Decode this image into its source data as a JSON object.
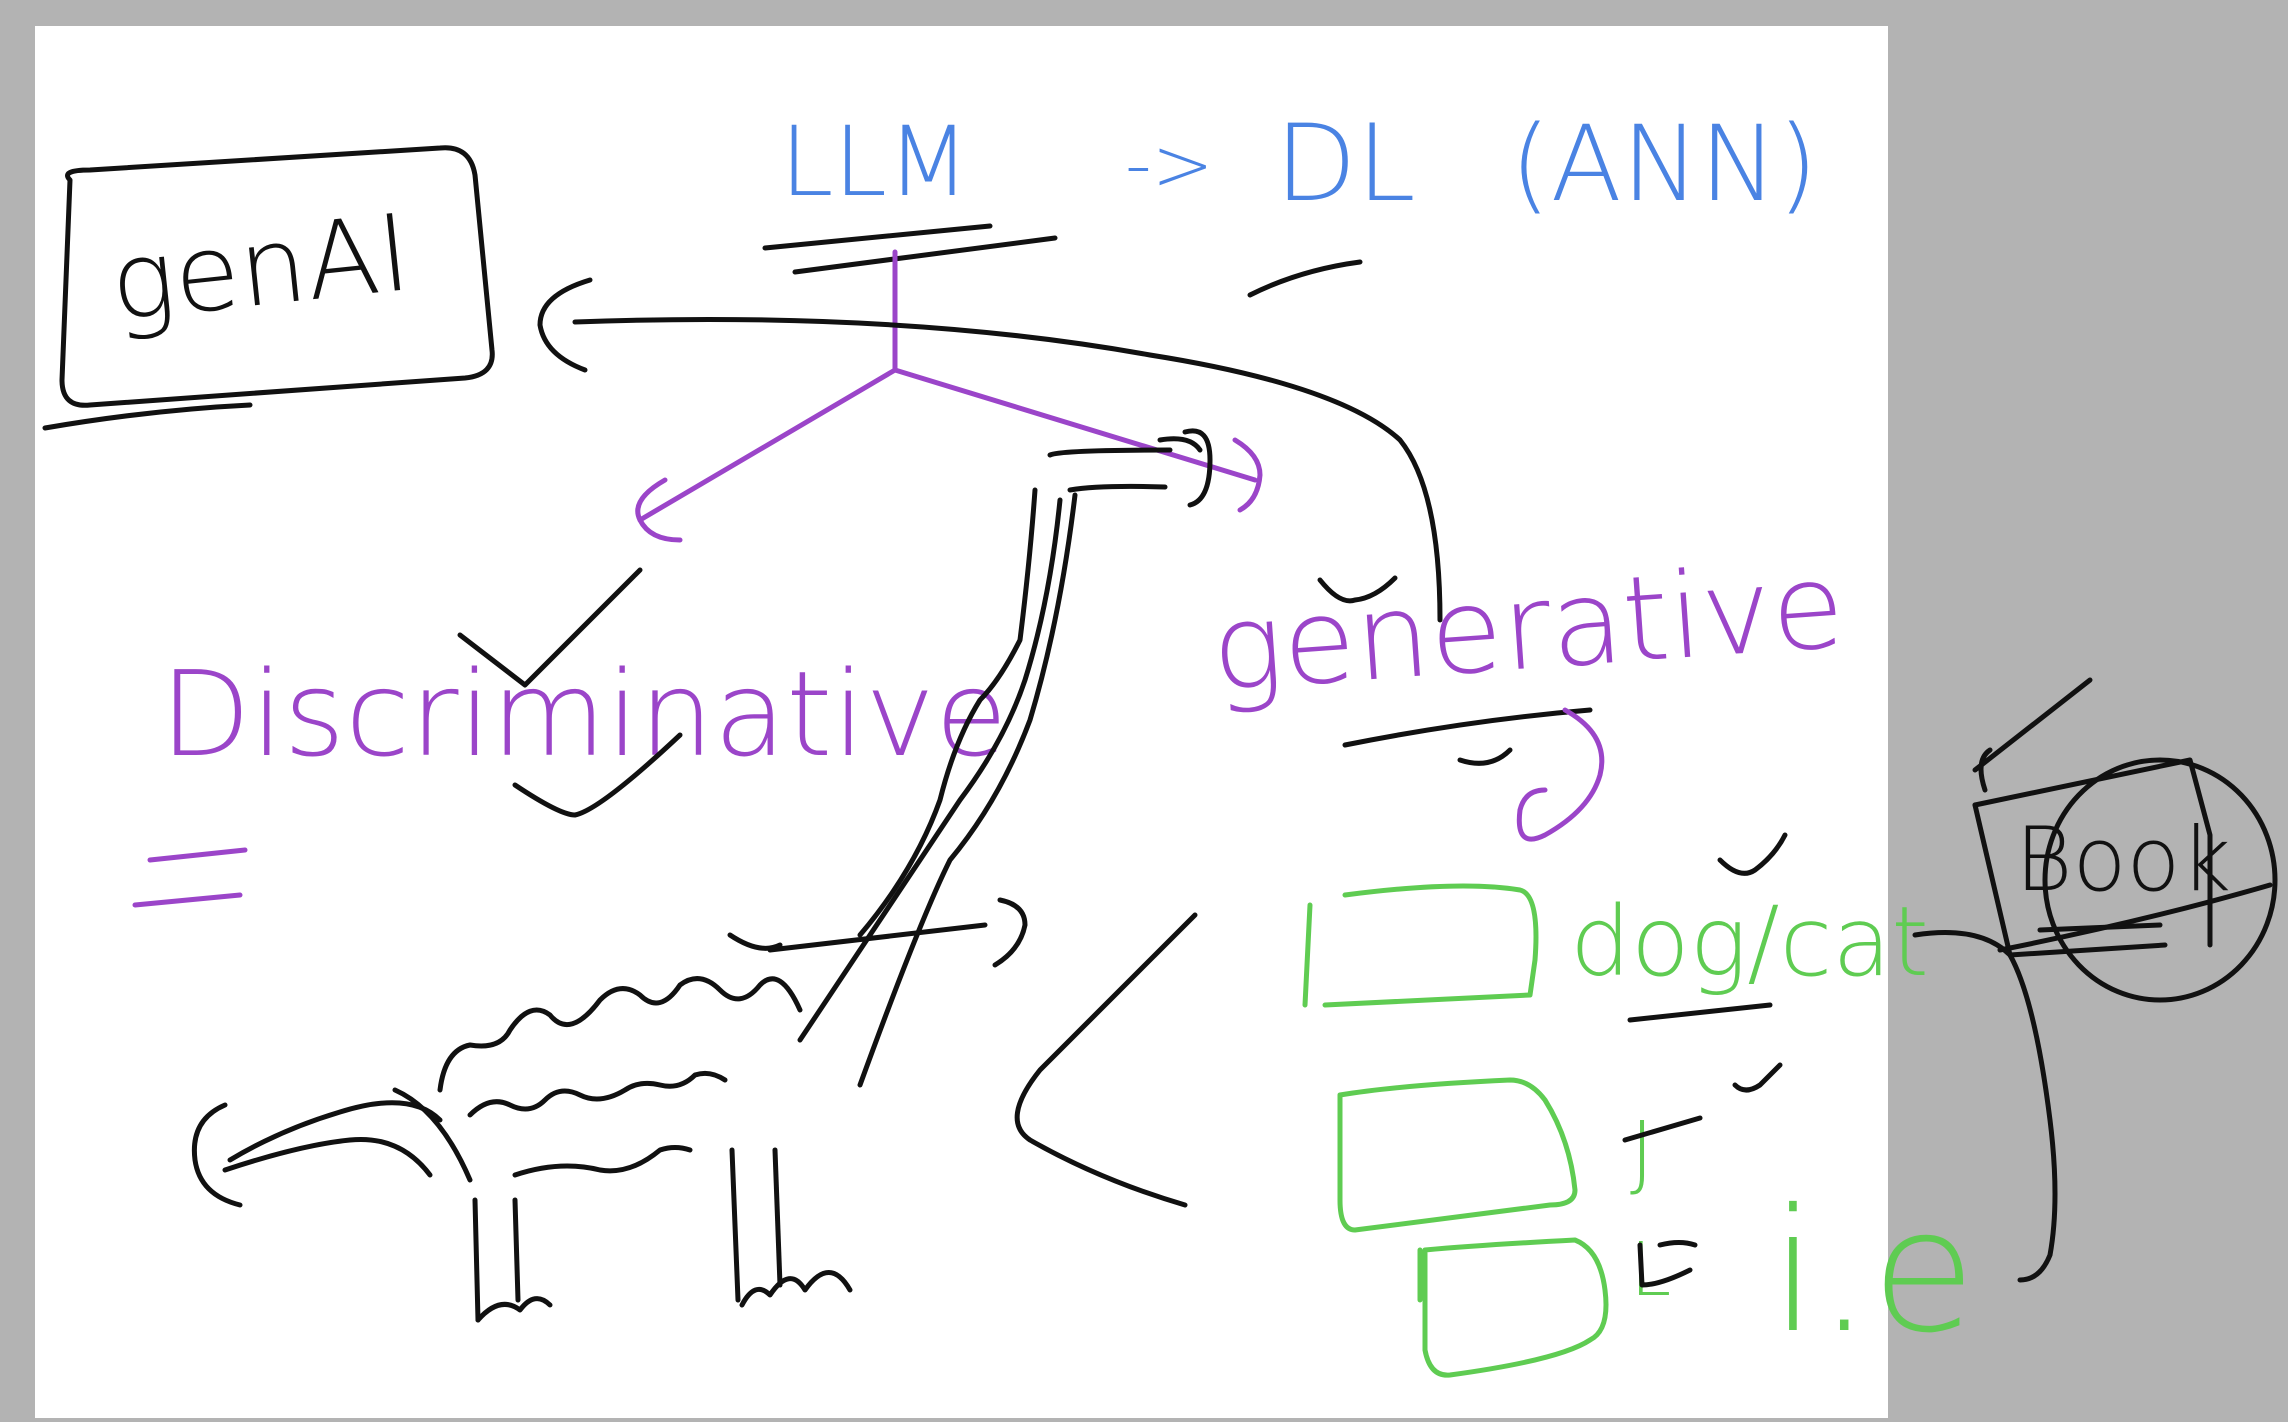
{
  "canvas": {
    "background_color": "#b3b3b3",
    "page_color": "#ffffff"
  },
  "ink_colors": {
    "black": "#111111",
    "purple": "#9b45c9",
    "blue": "#4a83e3",
    "green": "#5fcc52"
  },
  "handwriting": {
    "genai": "genAI",
    "llm": "LLM",
    "arrow": "->",
    "dl": "DL",
    "ann": "(ANN)",
    "discriminative": "Discriminative",
    "generative": "generative",
    "dog_cat": "dog/cat",
    "j_mark": "J",
    "l_mark": "L",
    "ie": "i.e",
    "book": "Book"
  },
  "icons": {
    "corner": "resize-corner-icon"
  }
}
